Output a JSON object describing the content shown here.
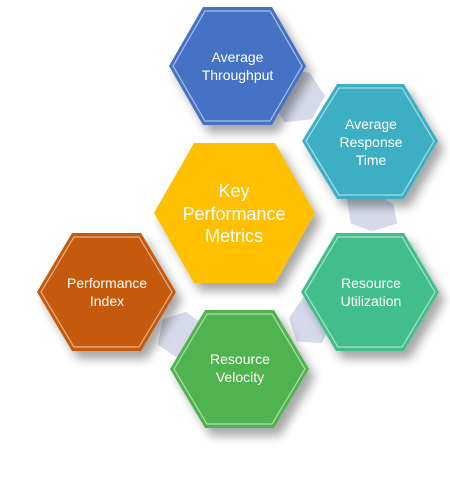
{
  "diagram": {
    "center": {
      "line1": "Key",
      "line2": "Performance",
      "line3": "Metrics",
      "color": "#FFC000"
    },
    "nodes": [
      {
        "id": "average-throughput",
        "line1": "Average",
        "line2": "Throughput",
        "line3": "",
        "color": "#4472C4"
      },
      {
        "id": "average-response-time",
        "line1": "Average",
        "line2": "Response",
        "line3": "Time",
        "color": "#3CAFC4"
      },
      {
        "id": "resource-utilization",
        "line1": "Resource",
        "line2": "Utilization",
        "line3": "",
        "color": "#43BE8C"
      },
      {
        "id": "resource-velocity",
        "line1": "Resource",
        "line2": "Velocity",
        "line3": "",
        "color": "#4FB34F"
      },
      {
        "id": "performance-index",
        "line1": "Performance",
        "line2": "Index",
        "line3": "",
        "color": "#C55A11"
      }
    ],
    "connector_color": "#D5D9EA"
  }
}
